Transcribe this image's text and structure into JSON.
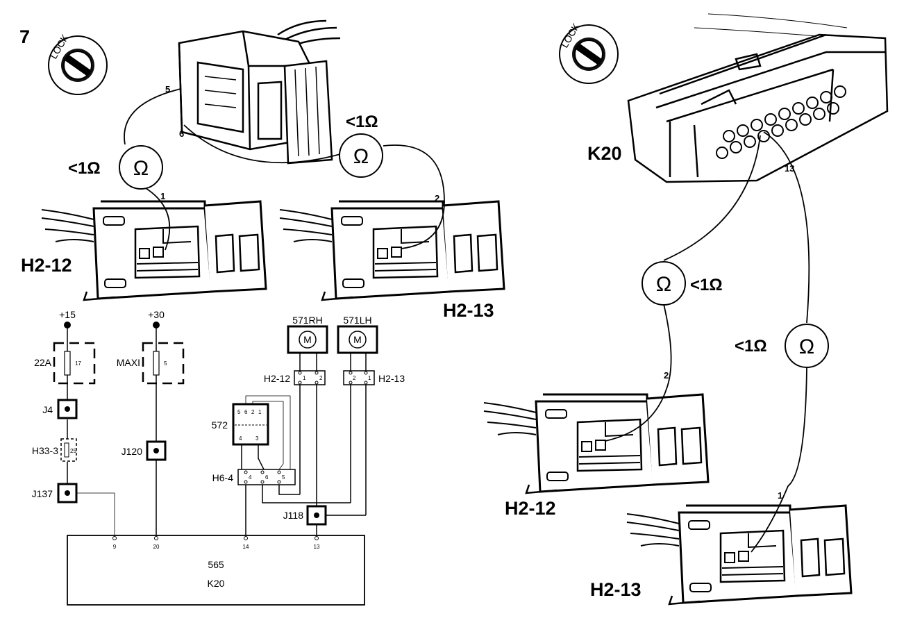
{
  "figure": {
    "number": "7",
    "lock_label": "LOCK"
  },
  "measurement": {
    "resistance": "<1Ω",
    "meter_symbol": "Ω"
  },
  "connectors": {
    "h2_12": "H2-12",
    "h2_13": "H2-13",
    "k20": "K20",
    "pins": {
      "p5": "5",
      "p6": "6",
      "p1": "1",
      "p2": "2",
      "p13": "13"
    }
  },
  "schematic": {
    "supply_15": "+15",
    "supply_30": "+30",
    "fuse_22a": "22A",
    "fuse_22a_num": "17",
    "fuse_maxi": "MAXI",
    "fuse_maxi_num": "5",
    "j4": "J4",
    "h33_3": "H33-3",
    "h33_3_num": "25",
    "j137": "J137",
    "j120": "J120",
    "motor_rh": "571RH",
    "motor_lh": "571LH",
    "motor_symbol": "M",
    "conn_h2_12": "H2-12",
    "conn_h2_13": "H2-13",
    "switch_572": "572",
    "switch_pins_top": [
      "5",
      "6",
      "2",
      "1"
    ],
    "switch_pins_bottom": [
      "4",
      "3"
    ],
    "h6_4": "H6-4",
    "h6_4_pins": [
      "4",
      "6",
      "5"
    ],
    "j118": "J118",
    "ecu_number": "565",
    "ecu_name": "K20",
    "ecu_pins": [
      "9",
      "20",
      "14",
      "13"
    ],
    "h2_12_pins": [
      "1",
      "2"
    ],
    "h2_13_pins": [
      "2",
      "1"
    ]
  }
}
